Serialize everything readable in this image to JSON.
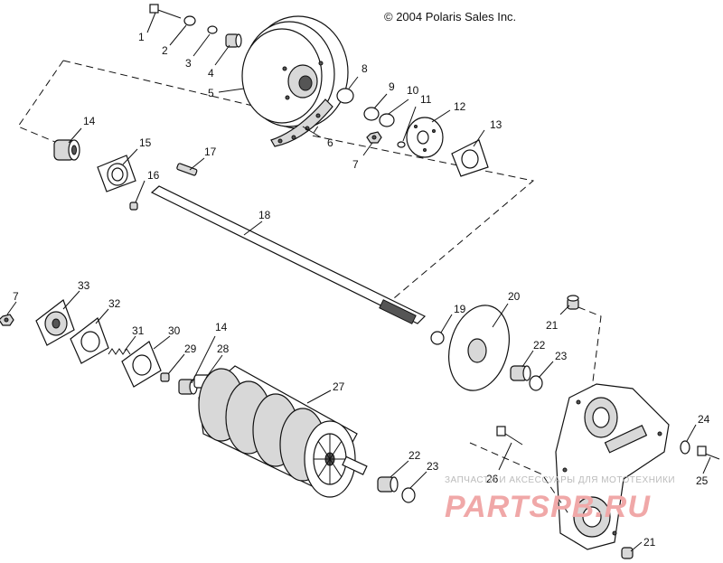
{
  "copyright": "© 2004 Polaris Sales Inc.",
  "watermark": {
    "subtitle": "ЗАПЧАСТИ И АКСЕССУАРЫ ДЛЯ МОТОТЕХНИКИ",
    "brand": "PARTSPB.RU"
  },
  "callouts": {
    "p1": "1",
    "p2": "2",
    "p3": "3",
    "p4": "4",
    "p5": "5",
    "p6": "6",
    "p7a": "7",
    "p7b": "7",
    "p8": "8",
    "p9": "9",
    "p10": "10",
    "p11": "11",
    "p12": "12",
    "p13": "13",
    "p14a": "14",
    "p14b": "14",
    "p15": "15",
    "p16": "16",
    "p17": "17",
    "p18": "18",
    "p19": "19",
    "p20": "20",
    "p21a": "21",
    "p21b": "21",
    "p22a": "22",
    "p22b": "22",
    "p23a": "23",
    "p23b": "23",
    "p24": "24",
    "p25": "25",
    "p26": "26",
    "p27": "27",
    "p28": "28",
    "p29": "29",
    "p30": "30",
    "p31": "31",
    "p32": "32",
    "p33": "33"
  }
}
